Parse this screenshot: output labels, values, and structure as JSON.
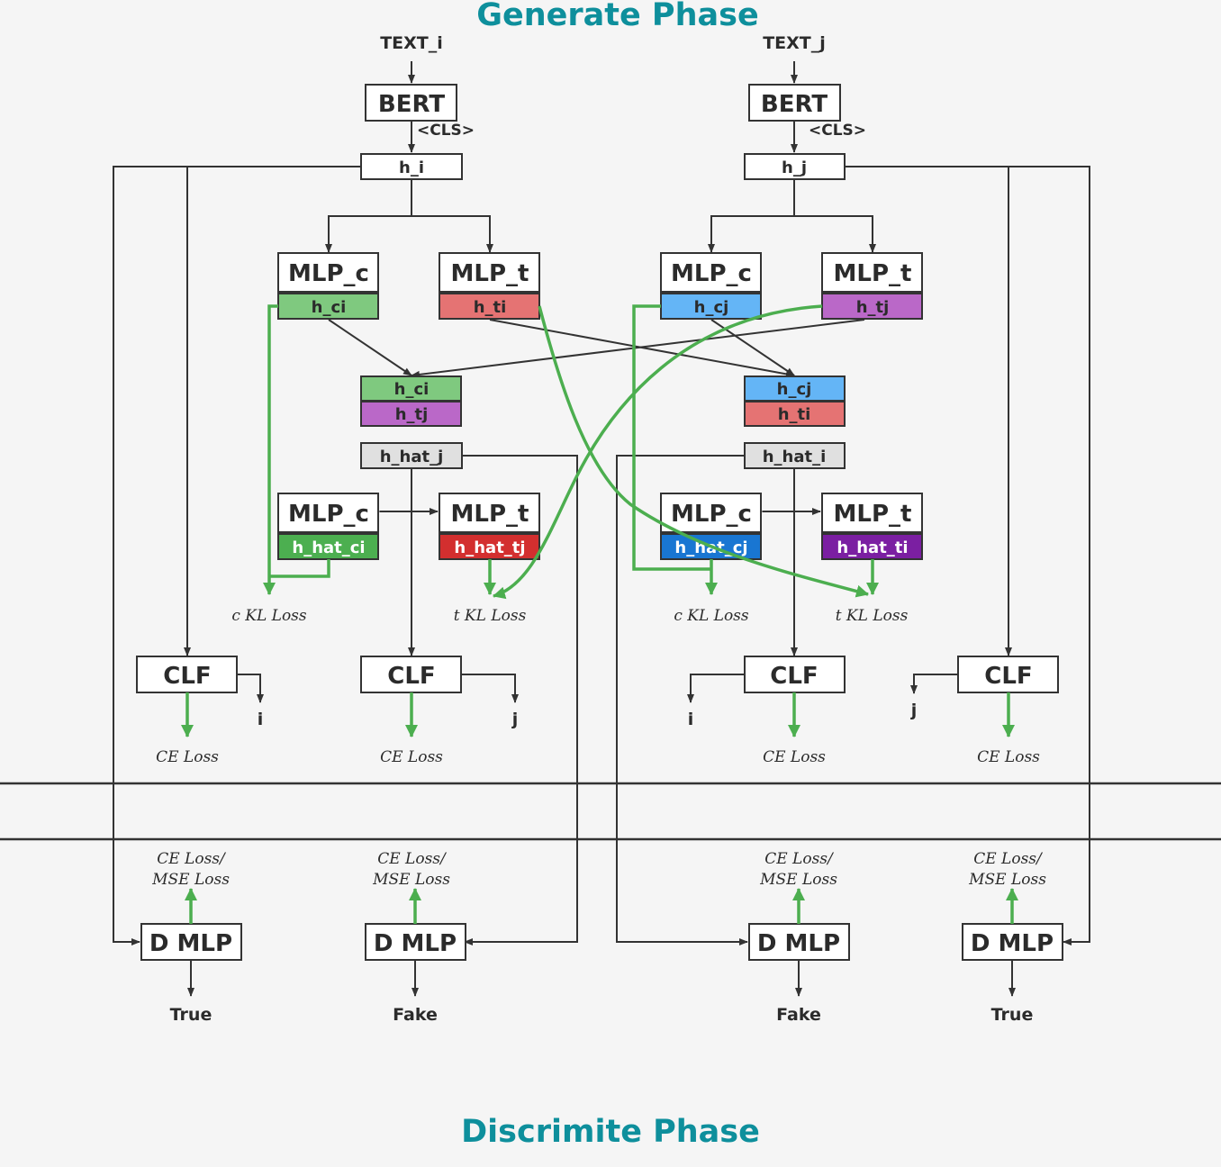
{
  "phases": {
    "generate": "Generate Phase",
    "discriminate": "Discrimite Phase"
  },
  "inputs": {
    "text_i": "TEXT_i",
    "text_j": "TEXT_j"
  },
  "encoder": {
    "label": "BERT",
    "cls_token": "<CLS>"
  },
  "hidden": {
    "h_i": "h_i",
    "h_j": "h_j"
  },
  "mlp": {
    "content": "MLP_c",
    "type": "MLP_t"
  },
  "features": {
    "h_ci": "h_ci",
    "h_ti": "h_ti",
    "h_cj": "h_cj",
    "h_tj": "h_tj",
    "h_hat_j": "h_hat_j",
    "h_hat_i": "h_hat_i",
    "h_hat_ci": "h_hat_ci",
    "h_hat_tj": "h_hat_tj",
    "h_hat_cj": "h_hat_cj",
    "h_hat_ti": "h_hat_ti"
  },
  "losses": {
    "c_kl": "c KL Loss",
    "t_kl": "t KL Loss",
    "ce": "CE Loss",
    "ce_mse_1": "CE Loss/",
    "ce_mse_2": "MSE Loss"
  },
  "classifier": {
    "label": "CLF",
    "out_i": "i",
    "out_j": "j"
  },
  "discriminator": {
    "label": "D MLP",
    "true": "True",
    "fake": "Fake"
  },
  "colors": {
    "green": "#7fc97f",
    "red": "#e57373",
    "blue": "#64b5f6",
    "purple": "#ba68c8",
    "dark_green": "#4caf50",
    "dark_red": "#d32f2f",
    "dark_blue": "#1976d2",
    "dark_purple": "#7b1fa2",
    "gray": "#e0e0e0",
    "teal": "#0e8f9c",
    "arrow_green": "#4cae4f"
  }
}
